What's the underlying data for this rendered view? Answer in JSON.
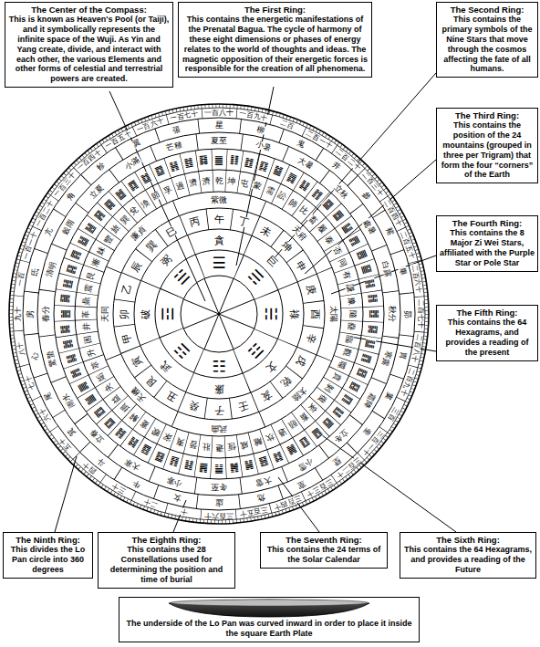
{
  "diagram": {
    "nodes": [
      {
        "text": [
          "The Center of the Compass:",
          "This is known as Heaven's Pool (or Taiji), and it symbolically represents the infinite space of the Wuji. As Yin and Yang create, divide, and interact with each other, the various Elements and other forms of celestial and terrestrial powers are created."
        ]
      },
      {
        "text": [
          "The First Ring:",
          "This contains the energetic manifestations of the Prenatal Bagua. The cycle of harmony of these eight dimensions or phases of energy relates to the world of thoughts and ideas. The magnetic opposition of their energetic forces is responsible for the creation of all phenomena."
        ]
      },
      {
        "text": [
          "The Second Ring:",
          "This contains the primary symbols of the Nine Stars that move through the cosmos affecting the fate of all humans."
        ]
      },
      {
        "text": [
          "The Third Ring:",
          "This contains the position of the 24 mountains (grouped in three per Trigram) that form the four “corners” of the Earth"
        ]
      },
      {
        "text": [
          "The Fourth Ring:",
          "This contains the 8 Major Zi Wei Stars, affiliated with the Purple Star or Pole Star"
        ]
      },
      {
        "text": [
          "The Fifth Ring:",
          "This contains the 64 Hexagrams, and provides a reading of the present"
        ]
      },
      {
        "text": [
          "The Ninth Ring:",
          "This divides the Lo Pan circle into 360 degrees"
        ]
      },
      {
        "text": [
          "The Eighth Ring:",
          "This contains the 28 Constellations used for determining the position and time of burial"
        ]
      },
      {
        "text": [
          "The Seventh Ring:",
          "This contains the 24 terms of the Solar Calendar"
        ]
      },
      {
        "text": [
          "The Sixth Ring:",
          "This contains the 64 Hexagrams, and provides a reading of the Future"
        ]
      },
      {
        "text": [
          "The underside of the Lo Pan was curved inward in order to place it inside the square Earth Plate"
        ]
      }
    ],
    "labels": [
      "☰",
      "☴",
      "☵",
      "☶",
      "☷",
      "☳",
      "☲",
      "☱",
      "貪",
      "巨",
      "祿",
      "文",
      "廉",
      "武",
      "破",
      "弼",
      "午",
      "丁",
      "未",
      "坤",
      "申",
      "庚",
      "酉",
      "辛",
      "戌",
      "乾",
      "亥",
      "壬",
      "子",
      "癸",
      "丑",
      "艮",
      "寅",
      "甲",
      "卯",
      "乙",
      "辰",
      "巽",
      "巳",
      "丙",
      "紫微",
      "天府",
      "太陽",
      "太陰",
      "武曲",
      "天機",
      "天同",
      "廉貞",
      "乾",
      "坤",
      "屯",
      "蒙",
      "需",
      "訟",
      "師",
      "比",
      "畜",
      "履",
      "泰",
      "否",
      "同",
      "有",
      "謙",
      "豫",
      "隨",
      "蠱",
      "臨",
      "觀",
      "噬",
      "賁",
      "剝",
      "復",
      "妄",
      "畜",
      "頤",
      "過",
      "坎",
      "離",
      "咸",
      "恆",
      "遯",
      "壯",
      "晉",
      "夷",
      "家",
      "睽",
      "蹇",
      "解",
      "損",
      "益",
      "夬",
      "姤",
      "萃",
      "升",
      "困",
      "井",
      "革",
      "鼎",
      "震",
      "艮",
      "漸",
      "妹",
      "豐",
      "旅",
      "巽",
      "兌",
      "渙",
      "節",
      "孚",
      "過",
      "濟",
      "濟",
      "䷀",
      "䷁",
      "䷂",
      "䷃",
      "䷄",
      "䷅",
      "䷆",
      "䷇",
      "䷈",
      "䷉",
      "䷊",
      "䷋",
      "䷌",
      "䷍",
      "䷎",
      "䷏",
      "䷐",
      "䷑",
      "䷒",
      "䷓",
      "䷔",
      "䷕",
      "䷖",
      "䷗",
      "䷘",
      "䷙",
      "䷚",
      "䷛",
      "䷜",
      "䷝",
      "䷞",
      "䷟",
      "䷠",
      "䷡",
      "䷢",
      "䷣",
      "䷤",
      "䷥",
      "䷦",
      "䷧",
      "䷨",
      "䷩",
      "䷪",
      "䷫",
      "䷬",
      "䷭",
      "䷮",
      "䷯",
      "䷰",
      "䷱",
      "䷲",
      "䷳",
      "䷴",
      "䷵",
      "䷶",
      "䷷",
      "䷸",
      "䷹",
      "䷺",
      "䷻",
      "䷼",
      "䷽",
      "䷾",
      "䷿",
      "夏至",
      "小暑",
      "大暑",
      "立秋",
      "處暑",
      "白露",
      "秋分",
      "寒露",
      "霜降",
      "立冬",
      "小雪",
      "大雪",
      "冬至",
      "小寒",
      "大寒",
      "立春",
      "雨水",
      "驚蟄",
      "春分",
      "清明",
      "穀雨",
      "立夏",
      "小滿",
      "芒種",
      "星",
      "柳",
      "鬼",
      "井",
      "參",
      "觜",
      "畢",
      "昴",
      "胃",
      "婁",
      "奎",
      "壁",
      "室",
      "危",
      "虛",
      "女",
      "牛",
      "斗",
      "箕",
      "尾",
      "心",
      "房",
      "氐",
      "亢",
      "角",
      "軫",
      "翼",
      "張",
      "一百八十",
      "一百九十",
      "二百",
      "二百一十",
      "二百二十",
      "二百三十",
      "二百四十",
      "二百五十",
      "二百六十",
      "二百七十",
      "二百八十",
      "二百九十",
      "三百",
      "三百一十",
      "三百二十",
      "三百三十",
      "三百四十",
      "三百五十",
      "三百六十",
      "十",
      "二十",
      "三十",
      "四十",
      "五十",
      "六十",
      "七十",
      "八十",
      "九十",
      "一百",
      "一百一十",
      "一百二十",
      "一百三十",
      "一百四十",
      "一百五十",
      "一百六十",
      "一百七十"
    ]
  }
}
